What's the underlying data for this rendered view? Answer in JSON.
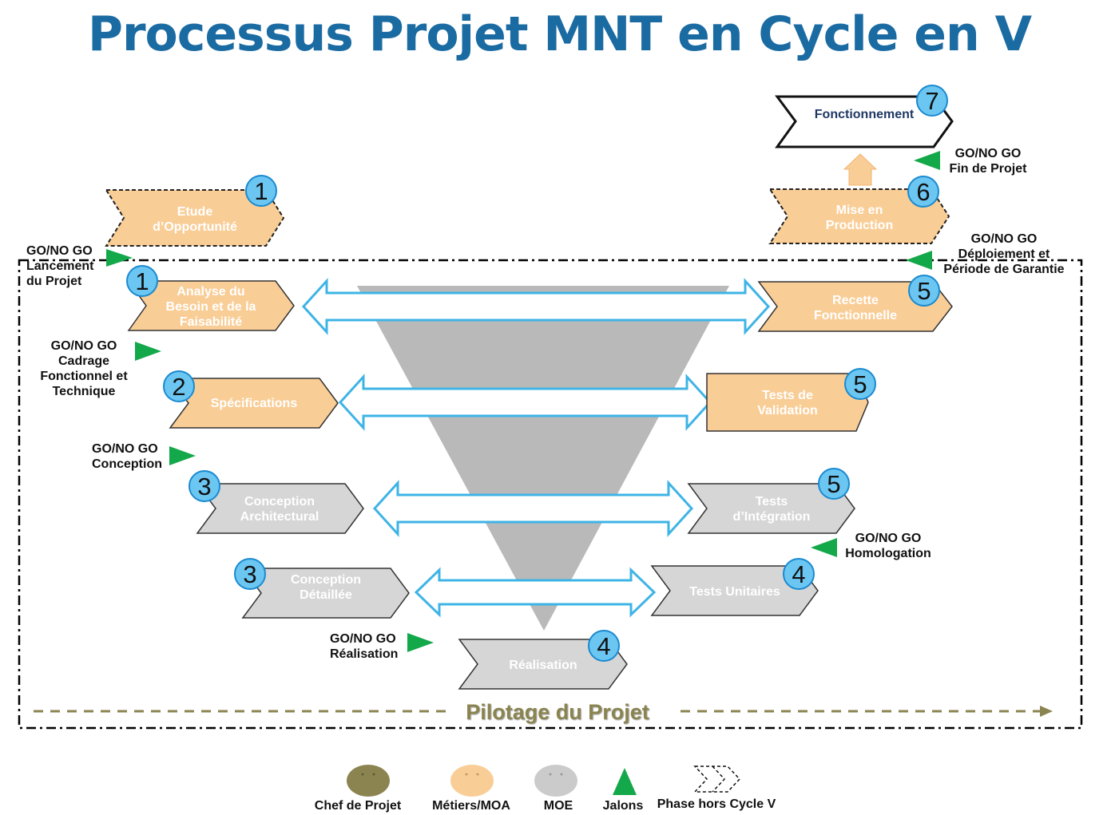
{
  "title": "Processus Projet MNT en Cycle en V",
  "colors": {
    "title": "#1b6ba3",
    "moa_fill": "#f9cd96",
    "moe_fill": "#cbcbcb",
    "chef_fill": "#8c8450",
    "arrow_stroke": "#3eb4e6",
    "jalon": "#13a84a",
    "badge_fill": "#6cc6f2",
    "funnel": "#b9b9b9"
  },
  "phases": {
    "etude": {
      "label": [
        "Etude",
        "d’Opportunité"
      ],
      "badge": "1"
    },
    "analyse": {
      "label": [
        "Analyse du",
        "Besoin et de la",
        "Faisabilité"
      ],
      "badge": "1"
    },
    "specifications": {
      "label": [
        "Spécifications"
      ],
      "badge": "2"
    },
    "conception_arch": {
      "label": [
        "Conception",
        "Architectural"
      ],
      "badge": "3"
    },
    "conception_det": {
      "label": [
        "Conception",
        "Détaillée"
      ],
      "badge": "3"
    },
    "realisation": {
      "label": [
        "Réalisation"
      ],
      "badge": "4"
    },
    "tests_unitaires": {
      "label": [
        "Tests Unitaires"
      ],
      "badge": "4"
    },
    "tests_integration": {
      "label": [
        "Tests",
        "d’Intégration"
      ],
      "badge": "5"
    },
    "tests_validation": {
      "label": [
        "Tests de",
        "Validation"
      ],
      "badge": "5"
    },
    "recette": {
      "label": [
        "Recette",
        "Fonctionnelle"
      ],
      "badge": "5"
    },
    "mise_prod": {
      "label": [
        "Mise en",
        "Production"
      ],
      "badge": "6"
    },
    "fonctionnement": {
      "label": [
        "Fonctionnement"
      ],
      "badge": "7"
    }
  },
  "milestones": {
    "lancement": [
      "GO/NO GO",
      "Lancement",
      "du Projet"
    ],
    "cadrage": [
      "GO/NO GO",
      "Cadrage",
      "Fonctionnel et",
      "Technique"
    ],
    "conception": [
      "GO/NO GO",
      "Conception"
    ],
    "realisation": [
      "GO/NO GO",
      "Réalisation"
    ],
    "homologation": [
      "GO/NO GO",
      "Homologation"
    ],
    "deploiement": [
      "GO/NO GO",
      "Déploiement et",
      "Période de Garantie"
    ],
    "fin": [
      "GO/NO GO",
      "Fin de Projet"
    ]
  },
  "pilotage": "Pilotage du Projet",
  "legend": {
    "chef": "Chef de Projet",
    "moa": "Métiers/MOA",
    "moe": "MOE",
    "jalons": "Jalons",
    "hors_cycle": "Phase hors Cycle V"
  }
}
